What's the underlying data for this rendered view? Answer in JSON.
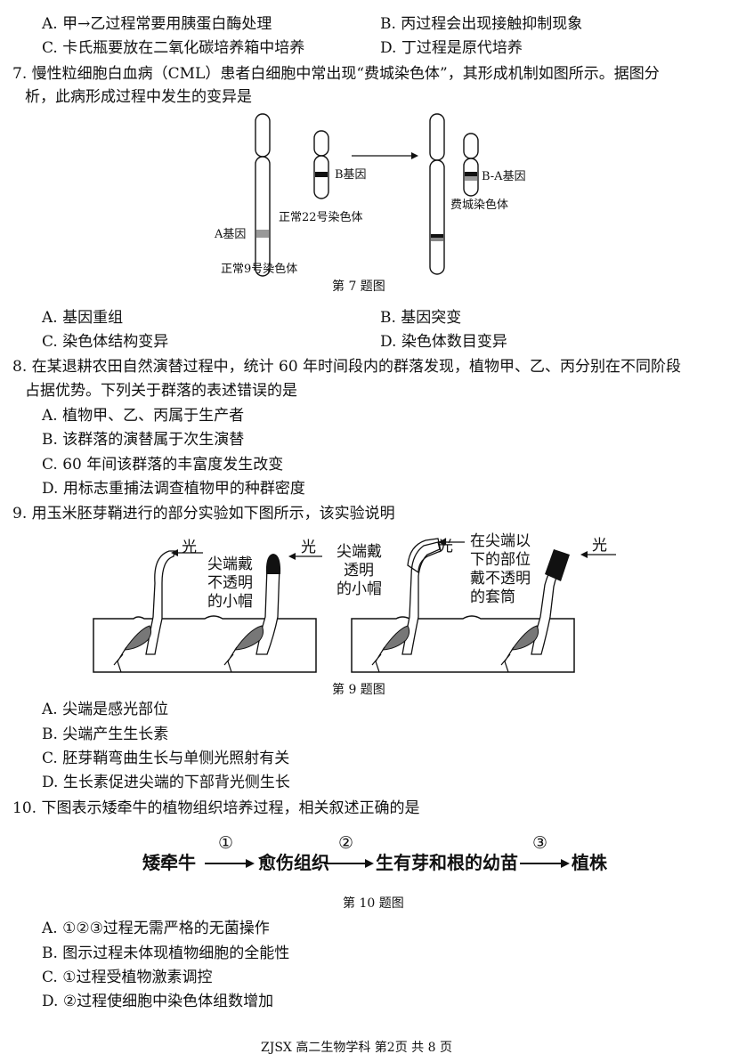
{
  "q6_options": {
    "A": "A. 甲→乙过程常要用胰蛋白酶处理",
    "B": "B. 丙过程会出现接触抑制现象",
    "C": "C. 卡氏瓶要放在二氧化碳培养箱中培养",
    "D": "D. 丁过程是原代培养"
  },
  "q7": {
    "stem_line1": "7. 慢性粒细胞白血病（CML）患者白细胞中常出现“费城染色体”，其形成机制如图所示。据图分",
    "stem_line2": "析，此病形成过程中发生的变异是",
    "fig_labels": {
      "b_gene": "B基因",
      "normal22": "正常22号染色体",
      "a_gene": "A基因",
      "normal9": "正常9号染色体",
      "ba_gene": "B-A基因",
      "philadelphia": "费城染色体"
    },
    "caption": "第 7 题图",
    "options": {
      "A": "A. 基因重组",
      "B": "B. 基因突变",
      "C": "C. 染色体结构变异",
      "D": "D. 染色体数目变异"
    }
  },
  "q8": {
    "stem_line1": "8. 在某退耕农田自然演替过程中，统计 60 年时间段内的群落发现，植物甲、乙、丙分别在不同阶段",
    "stem_line2": "占据优势。下列关于群落的表述错误的是",
    "options": {
      "A": "A. 植物甲、乙、丙属于生产者",
      "B": "B. 该群落的演替属于次生演替",
      "C": "C. 60 年间该群落的丰富度发生改变",
      "D": "D. 用标志重捕法调查植物甲的种群密度"
    }
  },
  "q9": {
    "stem": "9. 用玉米胚芽鞘进行的部分实验如下图所示，该实验说明",
    "fig_labels": {
      "light": "光",
      "cap_opaque_1": "尖端戴",
      "cap_opaque_2": "不透明",
      "cap_opaque_3": "的小帽",
      "cap_clear_1": "尖端戴",
      "cap_clear_2": "透明",
      "cap_clear_3": "的小帽",
      "sleeve_1": "在尖端以",
      "sleeve_2": "下的部位",
      "sleeve_3": "戴不透明",
      "sleeve_4": "的套筒"
    },
    "caption": "第 9 题图",
    "options": {
      "A": "A. 尖端是感光部位",
      "B": "B. 尖端产生生长素",
      "C": "C. 胚芽鞘弯曲生长与单侧光照射有关",
      "D": "D. 生长素促进尖端的下部背光侧生长"
    }
  },
  "q10": {
    "stem": "10. 下图表示矮牵牛的植物组织培养过程，相关叙述正确的是",
    "flow": {
      "s1": "矮牵牛",
      "n1": "①",
      "s2": "愈伤组织",
      "n2": "②",
      "s3": "生有芽和根的幼苗",
      "n3": "③",
      "s4": "植株"
    },
    "caption": "第 10 题图",
    "options": {
      "A": "A. ①②③过程无需严格的无菌操作",
      "B": "B. 图示过程未体现植物细胞的全能性",
      "C": "C. ①过程受植物激素调控",
      "D": "D. ②过程使细胞中染色体组数增加"
    }
  },
  "footer": "ZJSX  高二生物学科  第2页  共 8 页"
}
